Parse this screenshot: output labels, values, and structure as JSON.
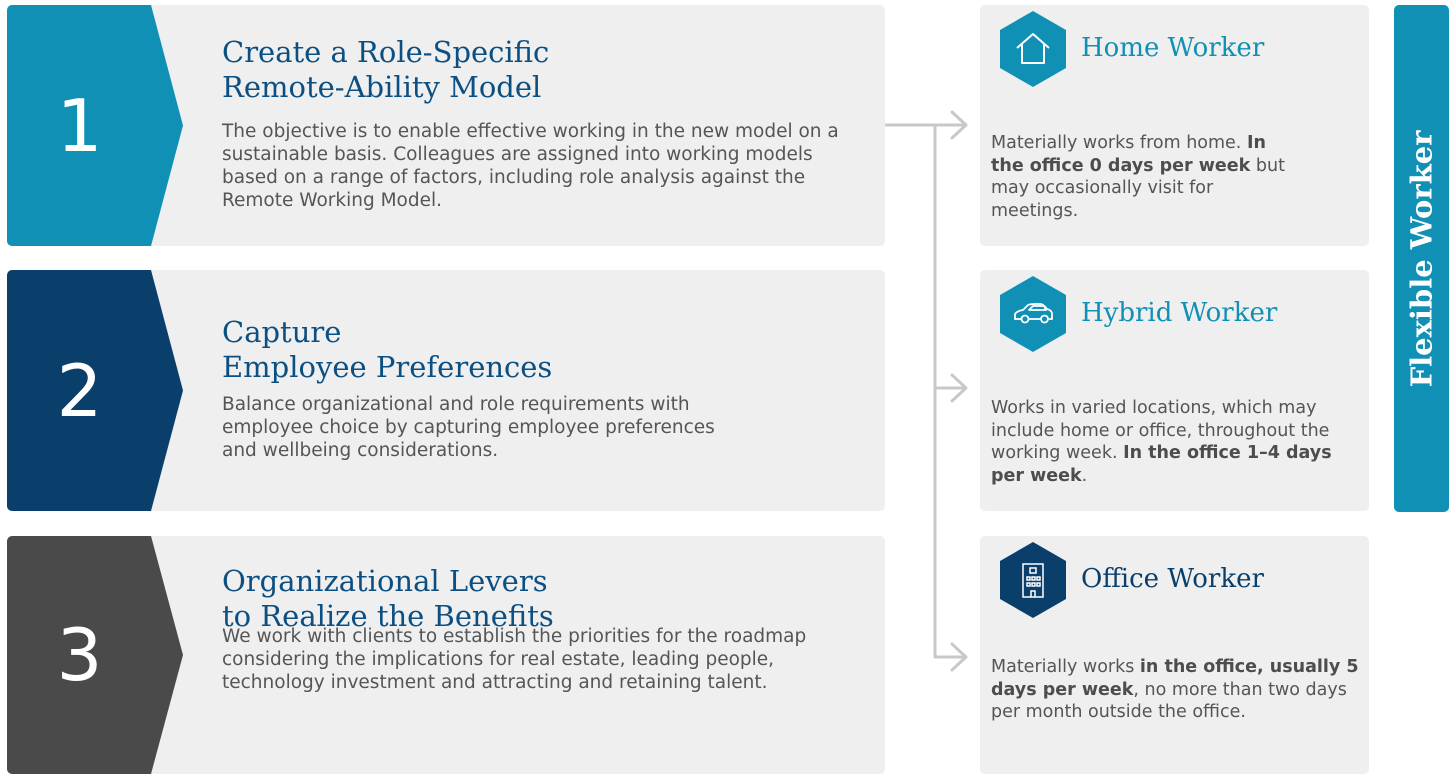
{
  "steps": [
    {
      "number": "1",
      "title": "Create a Role-Specific\nRemote-Ability Model",
      "description": "The objective is to enable effective working in the new model on a sustainable basis. Colleagues are assigned into working models based on a range of factors, including role analysis against the Remote Working Model.",
      "color": "#1190b6"
    },
    {
      "number": "2",
      "title": "Capture\nEmployee Preferences",
      "description": "Balance organizational and role requirements with employee choice by capturing employee preferences and wellbeing considerations.",
      "color": "#0b3f6b"
    },
    {
      "number": "3",
      "title": "Organizational Levers\nto Realize the Benefits",
      "description": "We work with clients to establish the priorities for the roadmap considering the implications for real estate, leading people, technology investment and attracting and retaining talent.",
      "color": "#4a4a4a"
    }
  ],
  "workers": [
    {
      "icon": "house-icon",
      "title": "Home Worker",
      "title_color": "#1190b6",
      "hex_color": "#1190b6",
      "description_parts": [
        {
          "text": "Materially works from home. ",
          "bold": false
        },
        {
          "text": "In the office 0 days per week",
          "bold": true
        },
        {
          "text": " but may occasionally visit for meetings.",
          "bold": false
        }
      ]
    },
    {
      "icon": "car-icon",
      "title": "Hybrid Worker",
      "title_color": "#1190b6",
      "hex_color": "#1190b6",
      "description_parts": [
        {
          "text": "Works in varied locations, which may include home or office, throughout the working week. ",
          "bold": false
        },
        {
          "text": "In the office 1–4 days per week",
          "bold": true
        },
        {
          "text": ".",
          "bold": false
        }
      ]
    },
    {
      "icon": "office-building-icon",
      "title": "Office Worker",
      "title_color": "#0b3f6b",
      "hex_color": "#0b3f6b",
      "description_parts": [
        {
          "text": "Materially works ",
          "bold": false
        },
        {
          "text": "in the office, usually 5 days per week",
          "bold": true
        },
        {
          "text": ", no more than two days per month outside the office.",
          "bold": false
        }
      ]
    }
  ],
  "flexible_label": "Flexible Worker",
  "colors": {
    "panel_background": "#efefef",
    "connector": "#c8c8c8",
    "title_blue": "#0c4f82",
    "body_text": "#555555"
  }
}
